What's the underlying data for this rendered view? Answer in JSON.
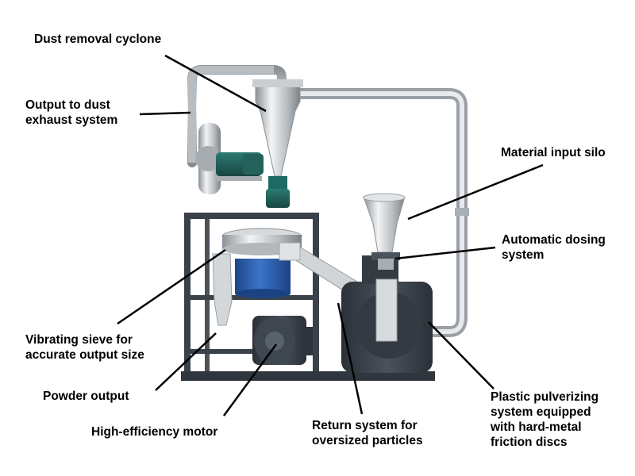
{
  "labels": {
    "dust_cyclone": "Dust removal cyclone",
    "dust_exhaust_line1": "Output to dust",
    "dust_exhaust_line2": "exhaust system",
    "input_silo": "Material input silo",
    "dosing_line1": "Automatic dosing",
    "dosing_line2": "system",
    "sieve_line1": "Vibrating sieve for",
    "sieve_line2": "accurate output size",
    "powder_output": "Powder output",
    "motor": "High-efficiency motor",
    "return_line1": "Return system for",
    "return_line2": "oversized particles",
    "pulverizer_line1": "Plastic pulverizing",
    "pulverizer_line2": "system equipped",
    "pulverizer_line3": "with hard-metal",
    "pulverizer_line4": "friction discs"
  },
  "colors": {
    "frame": "#3d4550",
    "steel": "#c8ccd0",
    "fan_motor": "#1f5f5a",
    "blue_drum": "#2a5fae",
    "leader": "#000000"
  }
}
